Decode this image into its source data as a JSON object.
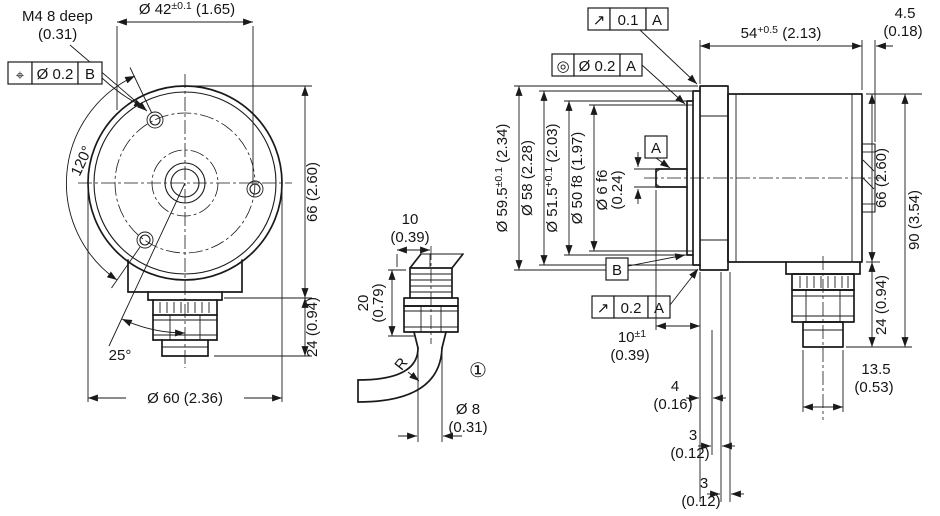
{
  "front_view": {
    "thread_note": "M4 8 deep",
    "thread_note_in": "(0.31)",
    "gdt_position": {
      "symbol": "⌖",
      "value": "Ø 0.2",
      "datum": "B"
    },
    "bolt_circle": {
      "main": "Ø 42",
      "tol": "±0.1",
      "inch": " (1.65)"
    },
    "angle_holes": "120°",
    "angle_exit": "25°",
    "height": "66 (2.60)",
    "connector_height": "24 (0.94)",
    "outer_dia": "Ø 60 (2.36)"
  },
  "cable_view": {
    "width": "10",
    "width_in": "(0.39)",
    "length": "20",
    "length_in": "(0.79)",
    "bend_radius": "R",
    "callout": "①",
    "cable_dia": "Ø 8",
    "cable_dia_in": "(0.31)"
  },
  "side_view": {
    "gdt_runout_face": {
      "symbol": "↗",
      "value": "0.1",
      "datum": "A"
    },
    "gdt_concentricity": {
      "symbol": "◎",
      "value": "Ø 0.2",
      "datum": "A"
    },
    "gdt_runout_collar": {
      "symbol": "↗",
      "value": "0.2",
      "datum": "A"
    },
    "depth": {
      "main": "54",
      "tol": "+0.5",
      "inch": " (2.13)"
    },
    "gap": "4.5",
    "gap_in": "(0.18)",
    "dia_flange": {
      "main": "Ø 59.5",
      "tol": "±0.1",
      "inch": " (2.34)"
    },
    "dia_58": "Ø 58 (2.28)",
    "dia_collar": {
      "main": "Ø 51.5",
      "tol": "+0.1",
      "inch": " (2.03)"
    },
    "dia_fit": "Ø 50 f8 (1.97)",
    "dia_shaft": "Ø 6 f6",
    "dia_shaft_in": "(0.24)",
    "datum_a": "A",
    "datum_b": "B",
    "shaft_len": {
      "main": "10",
      "tol": "±1"
    },
    "shaft_len_in": "(0.39)",
    "off_4": "4",
    "off_4_in": "(0.16)",
    "off_3a": "3",
    "off_3a_in": "(0.12)",
    "off_3b": "3",
    "off_3b_in": "(0.12)",
    "height": "66 (2.60)",
    "total_height": "90 (3.54)",
    "connector_height": "24 (0.94)",
    "connector_width": "13.5",
    "connector_width_in": "(0.53)"
  }
}
